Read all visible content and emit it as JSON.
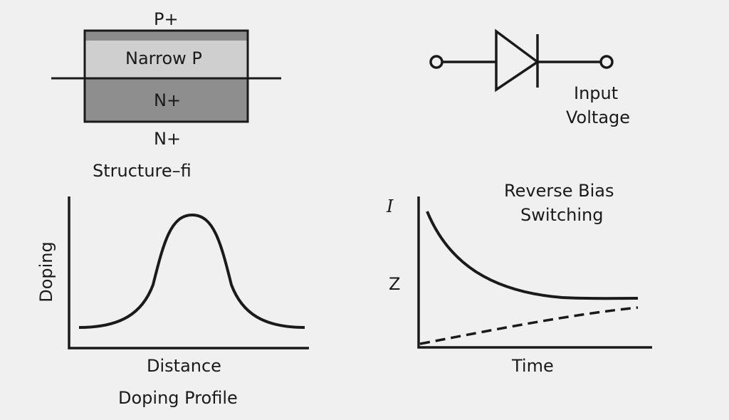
{
  "structure": {
    "top_label": "P+",
    "layer_narrow_p": "Narrow P",
    "layer_n_plus": "N+",
    "bottom_label": "N+",
    "caption": "Structure–fi",
    "colors": {
      "p_plus": "#8c8c8c",
      "narrow_p": "#cfcfcf",
      "n_plus": "#8e8e8e"
    }
  },
  "circuit": {
    "label_line1": "Input",
    "label_line2": "Voltage"
  },
  "doping_chart": {
    "ylabel": "Doping",
    "xlabel": "Distance",
    "title": "Doping Profile"
  },
  "switching_chart": {
    "title_line1": "Reverse Bias",
    "title_line2": "Switching",
    "y_label_top": "I",
    "y_label_mid": "Z",
    "xlabel": "Time"
  },
  "chart_data": [
    {
      "type": "line",
      "title": "Doping Profile",
      "xlabel": "Distance",
      "ylabel": "Doping",
      "series": [
        {
          "name": "doping",
          "shape": "gaussian peak centered",
          "x": [
            0,
            0.2,
            0.35,
            0.45,
            0.5,
            0.55,
            0.65,
            0.8,
            1.0
          ],
          "values": [
            0.05,
            0.15,
            0.5,
            0.92,
            1.0,
            0.92,
            0.5,
            0.15,
            0.05
          ]
        }
      ]
    },
    {
      "type": "line",
      "title": "Reverse Bias Switching",
      "xlabel": "Time",
      "ylabel": "I / Z",
      "series": [
        {
          "name": "I (solid)",
          "x": [
            0,
            0.2,
            0.4,
            0.6,
            0.8,
            1.0
          ],
          "values": [
            0.95,
            0.55,
            0.35,
            0.25,
            0.21,
            0.2
          ]
        },
        {
          "name": "Z (dashed)",
          "x": [
            0,
            0.2,
            0.4,
            0.6,
            0.8,
            1.0
          ],
          "values": [
            0.01,
            0.06,
            0.11,
            0.17,
            0.23,
            0.28
          ]
        }
      ]
    }
  ]
}
